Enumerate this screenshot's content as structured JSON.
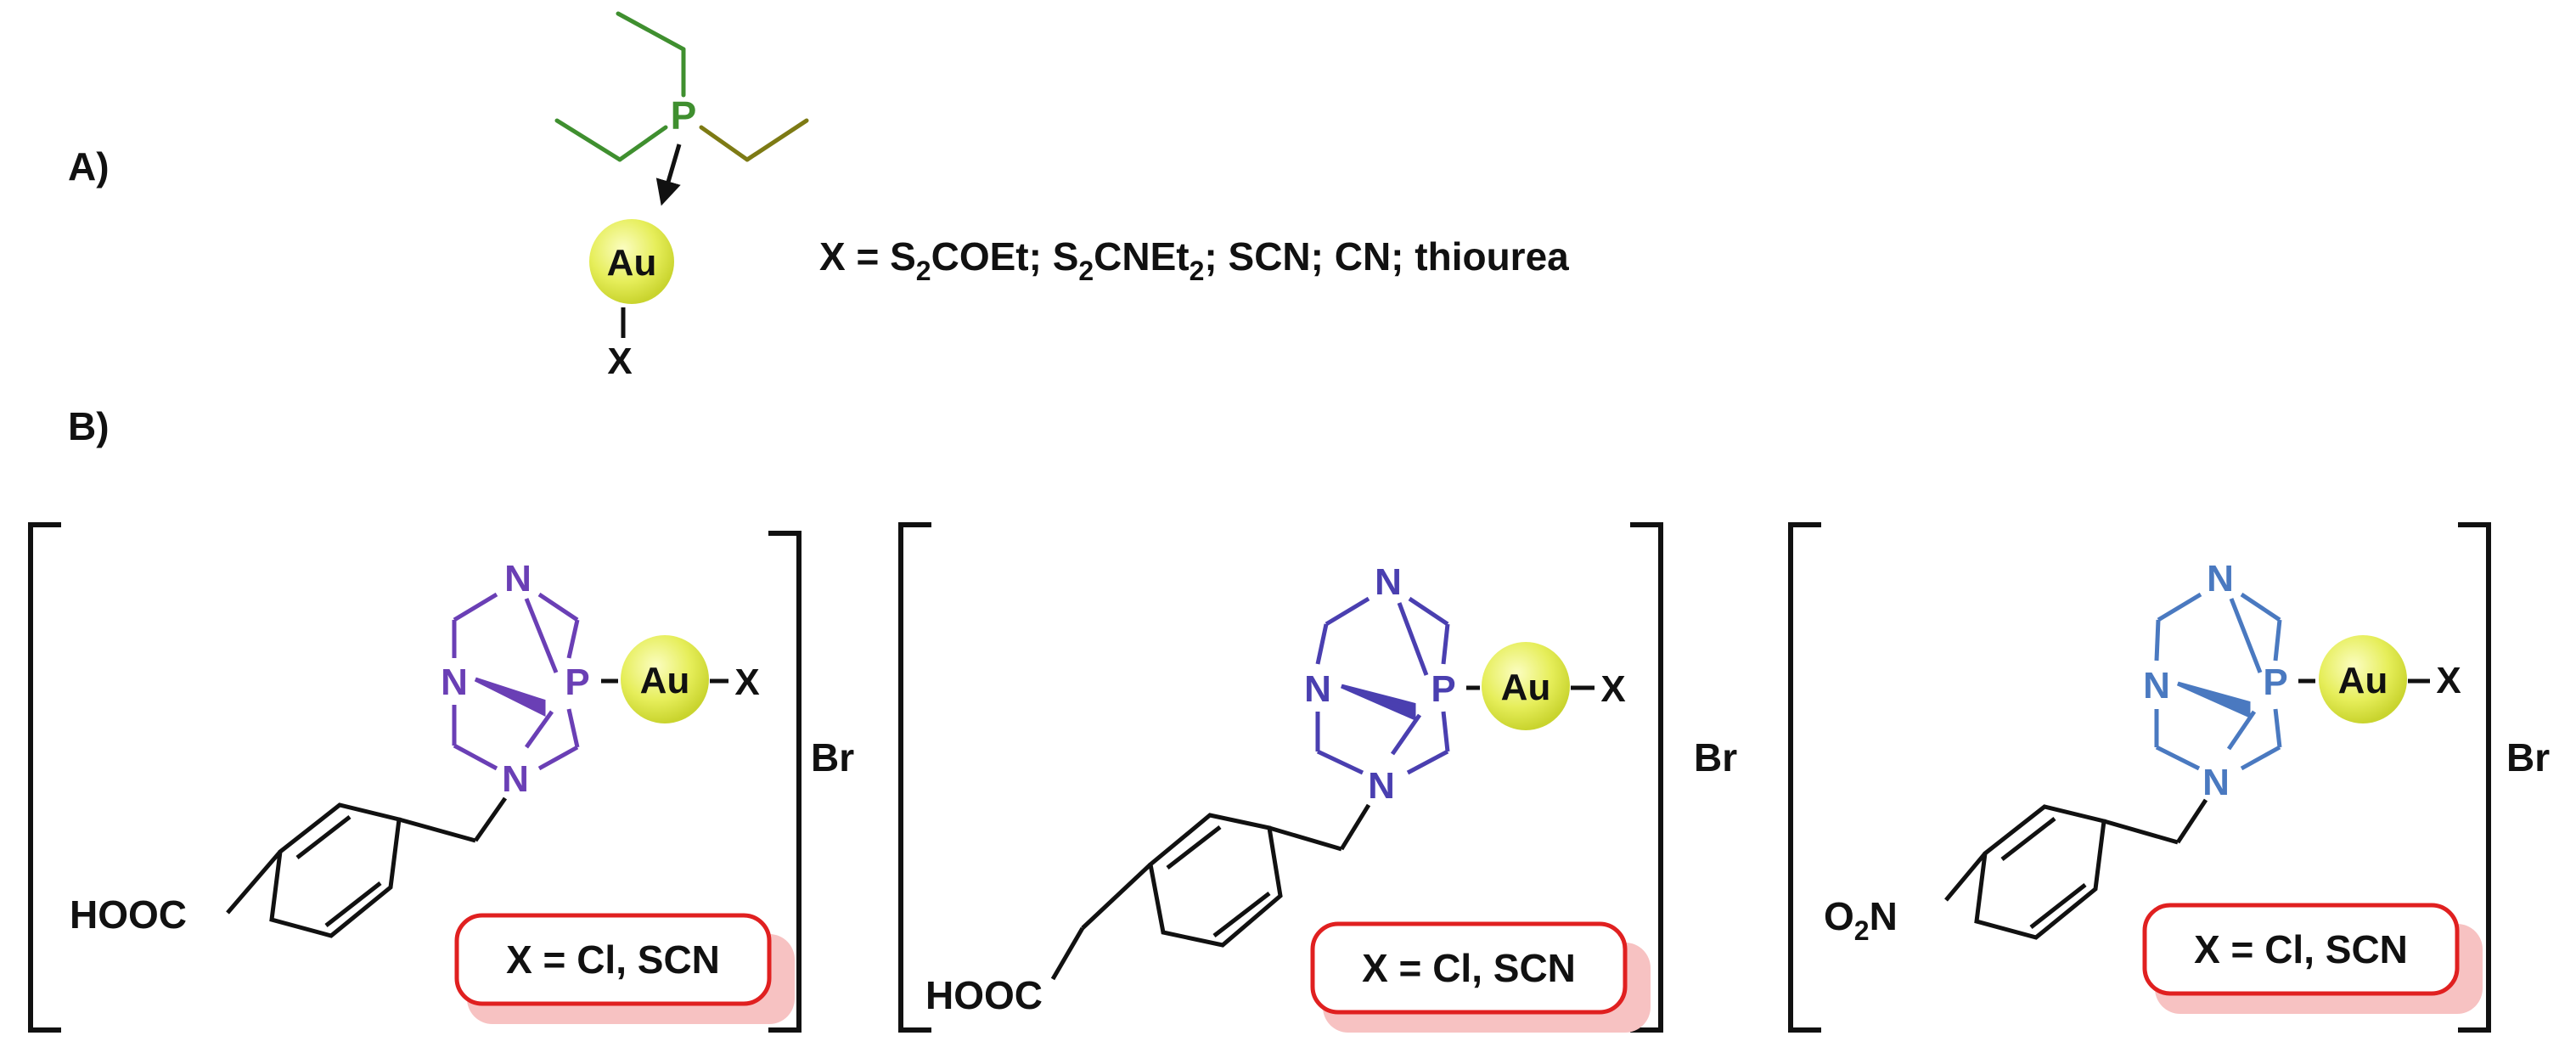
{
  "panel_a": {
    "label": "A)",
    "phosphorus": "P",
    "gold": "Au",
    "ligand": "X",
    "x_def": {
      "p1": "X = S",
      "s1": "2",
      "p2": "COEt; S",
      "s2": "2",
      "p3": "CNEt",
      "s3": "2",
      "p4": "; SCN; CN; thiourea"
    }
  },
  "panel_b": {
    "label": "B)",
    "compounds": [
      {
        "nitrogen": "N",
        "phosphorus": "P",
        "gold": "Au",
        "ligand": "X",
        "counterion": "Br",
        "substituent": "HOOC",
        "x_values": "X = Cl, SCN",
        "color": "#6a3fb5"
      },
      {
        "nitrogen": "N",
        "phosphorus": "P",
        "gold": "Au",
        "ligand": "X",
        "counterion": "Br",
        "substituent": "HOOC",
        "x_values": "X = Cl, SCN",
        "color": "#4a3fb0"
      },
      {
        "nitrogen": "N",
        "phosphorus": "P",
        "gold": "Au",
        "ligand": "X",
        "counterion": "Br",
        "substituent_main": "O",
        "substituent_sub": "2",
        "substituent_tail": "N",
        "x_values": "X = Cl, SCN",
        "color": "#4a79c0"
      }
    ]
  },
  "colors": {
    "phosphine_green": "#3f8f2f",
    "phosphine_olive": "#7d7a14",
    "gold_fill": "#e6ee5a",
    "box_red": "#e02020",
    "shadow_pink": "#f7c2c2"
  }
}
